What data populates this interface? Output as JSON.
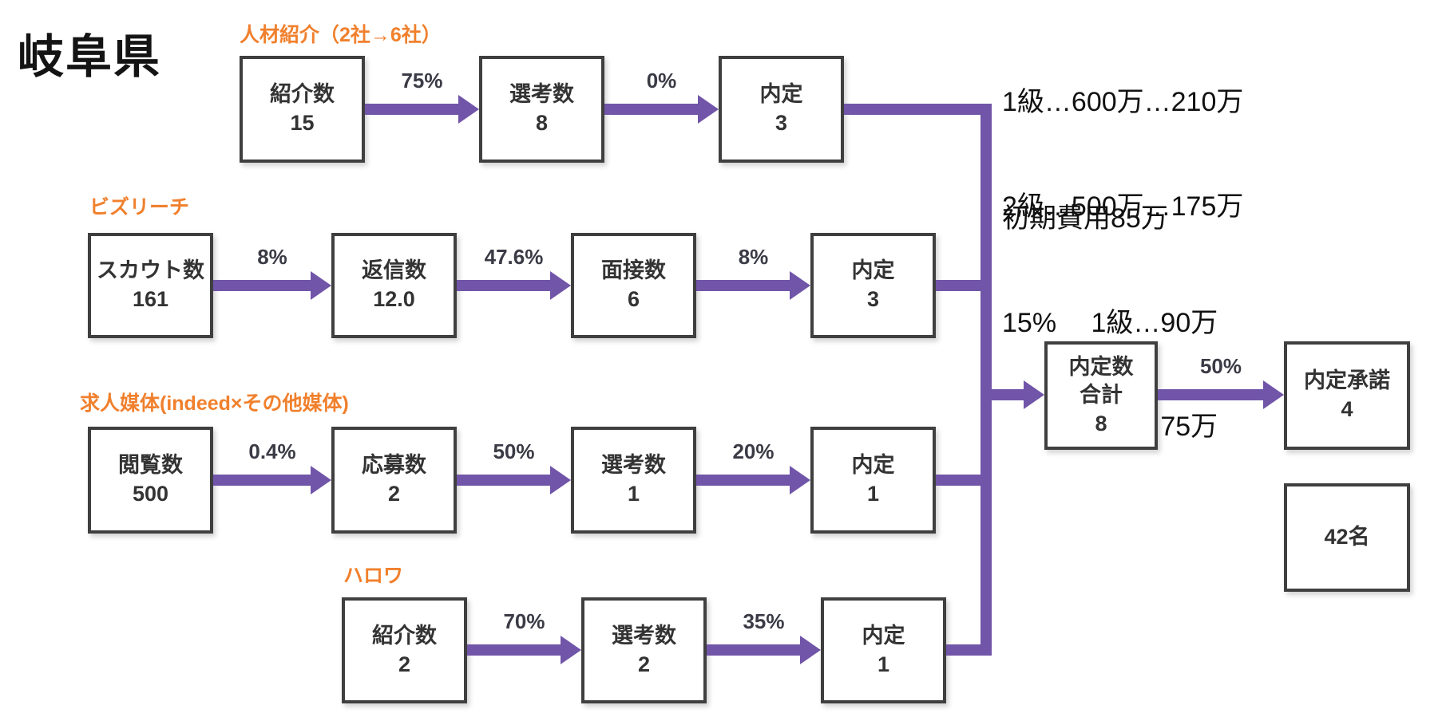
{
  "title": "岐阜県",
  "colors": {
    "purple": "#7155A8",
    "orange": "#F0802D",
    "box_border": "#3F3F3F"
  },
  "notes": {
    "salary": [
      "1級…600万…210万",
      "2級…500万…175万"
    ],
    "cost": [
      "初期費用85万",
      "15%　 1級…90万",
      "　　　 2級…75万"
    ]
  },
  "channels": [
    {
      "label": "人材紹介（2社→6社）",
      "steps": [
        {
          "name": "紹介数",
          "value": "15"
        },
        {
          "name": "選考数",
          "value": "8"
        },
        {
          "name": "内定",
          "value": "3"
        }
      ],
      "rates": [
        "75%",
        "0%"
      ]
    },
    {
      "label": "ビズリーチ",
      "steps": [
        {
          "name": "スカウト数",
          "value": "161"
        },
        {
          "name": "返信数",
          "value": "12.0"
        },
        {
          "name": "面接数",
          "value": "6"
        },
        {
          "name": "内定",
          "value": "3"
        }
      ],
      "rates": [
        "8%",
        "47.6%",
        "8%"
      ]
    },
    {
      "label": "求人媒体(indeed×その他媒体)",
      "steps": [
        {
          "name": "閲覧数",
          "value": "500"
        },
        {
          "name": "応募数",
          "value": "2"
        },
        {
          "name": "選考数",
          "value": "1"
        },
        {
          "name": "内定",
          "value": "1"
        }
      ],
      "rates": [
        "0.4%",
        "50%",
        "20%"
      ]
    },
    {
      "label": "ハロワ",
      "steps": [
        {
          "name": "紹介数",
          "value": "2"
        },
        {
          "name": "選考数",
          "value": "2"
        },
        {
          "name": "内定",
          "value": "1"
        }
      ],
      "rates": [
        "70%",
        "35%"
      ]
    }
  ],
  "total": {
    "line1": "内定数",
    "line2": "合計",
    "value": "8"
  },
  "acceptance": {
    "rate": "50%",
    "name": "内定承諾",
    "value": "4"
  },
  "headcount": "42名"
}
